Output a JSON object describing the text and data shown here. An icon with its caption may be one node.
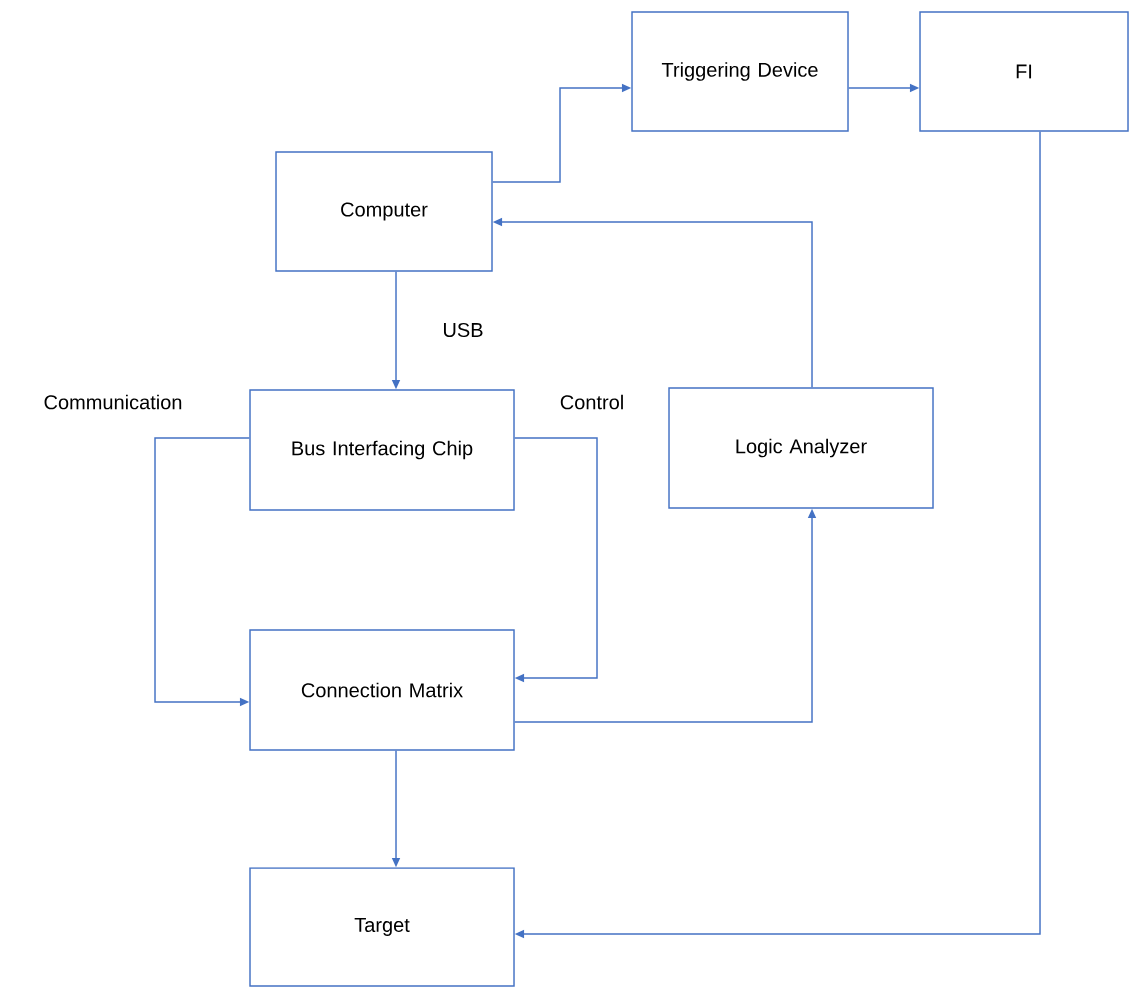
{
  "diagram": {
    "nodes": [
      {
        "text": [
          "Triggering Device"
        ]
      },
      {
        "text": [
          "FI"
        ]
      },
      {
        "text": [
          "Computer"
        ]
      },
      {
        "text": [
          "Bus Interfacing Chip"
        ]
      },
      {
        "text": [
          "Logic Analyzer"
        ]
      },
      {
        "text": [
          "Connection Matrix"
        ]
      },
      {
        "text": [
          "Target"
        ]
      }
    ],
    "edges": [
      {
        "from": 2,
        "to": 0,
        "arrow": "to"
      },
      {
        "from": 0,
        "to": 1,
        "arrow": "to"
      },
      {
        "from": 4,
        "to": 2,
        "arrow": "to"
      },
      {
        "from": 2,
        "to": 3,
        "label": "USB",
        "arrow": "to"
      },
      {
        "from": 3,
        "to": 5,
        "label": "Communication",
        "arrow": "to"
      },
      {
        "from": 3,
        "to": 5,
        "label": "Control",
        "arrow": "to"
      },
      {
        "from": 5,
        "to": 4,
        "arrow": "to"
      },
      {
        "from": 5,
        "to": 6,
        "arrow": "to"
      },
      {
        "from": 1,
        "to": 6,
        "arrow": "to"
      }
    ]
  }
}
